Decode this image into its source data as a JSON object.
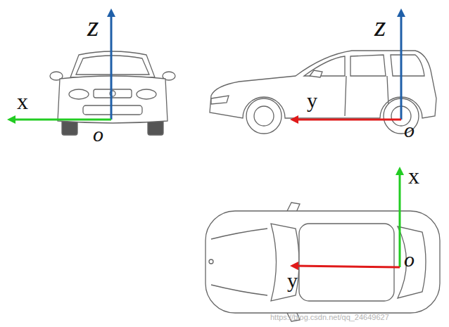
{
  "diagram": {
    "labels": [
      "z",
      "x",
      "o",
      "z",
      "y",
      "o",
      "x",
      "y",
      "o",
      "https://blog.csdn.net/qq_24649627"
    ]
  }
}
